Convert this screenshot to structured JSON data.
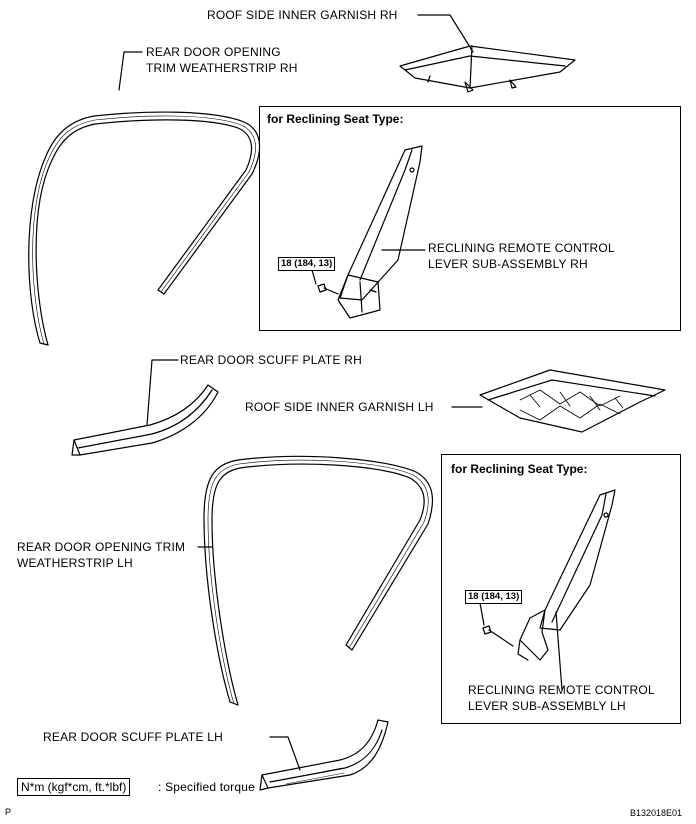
{
  "labels": {
    "roof_side_rh": "ROOF SIDE INNER GARNISH RH",
    "weatherstrip_rh_line1": "REAR DOOR OPENING",
    "weatherstrip_rh_line2": "TRIM WEATHERSTRIP RH",
    "lever_rh_line1": "RECLINING REMOTE CONTROL",
    "lever_rh_line2": "LEVER SUB-ASSEMBLY RH",
    "scuff_rh": "REAR DOOR SCUFF PLATE RH",
    "roof_side_lh": "ROOF SIDE INNER GARNISH LH",
    "weatherstrip_lh_line1": "REAR DOOR OPENING TRIM",
    "weatherstrip_lh_line2": "WEATHERSTRIP LH",
    "lever_lh_line1": "RECLINING REMOTE CONTROL",
    "lever_lh_line2": "LEVER SUB-ASSEMBLY LH",
    "scuff_lh": "REAR DOOR SCUFF PLATE LH"
  },
  "boxes": {
    "rh_title": "for Reclining Seat Type:",
    "lh_title": "for Reclining Seat Type:"
  },
  "torque": {
    "rh": "18 (184, 13)",
    "lh": "18 (184, 13)"
  },
  "legend": {
    "unit": "N*m (kgf*cm, ft.*lbf)",
    "text": ": Specified torque"
  },
  "footer": {
    "left": "P",
    "right": "B132018E01"
  }
}
